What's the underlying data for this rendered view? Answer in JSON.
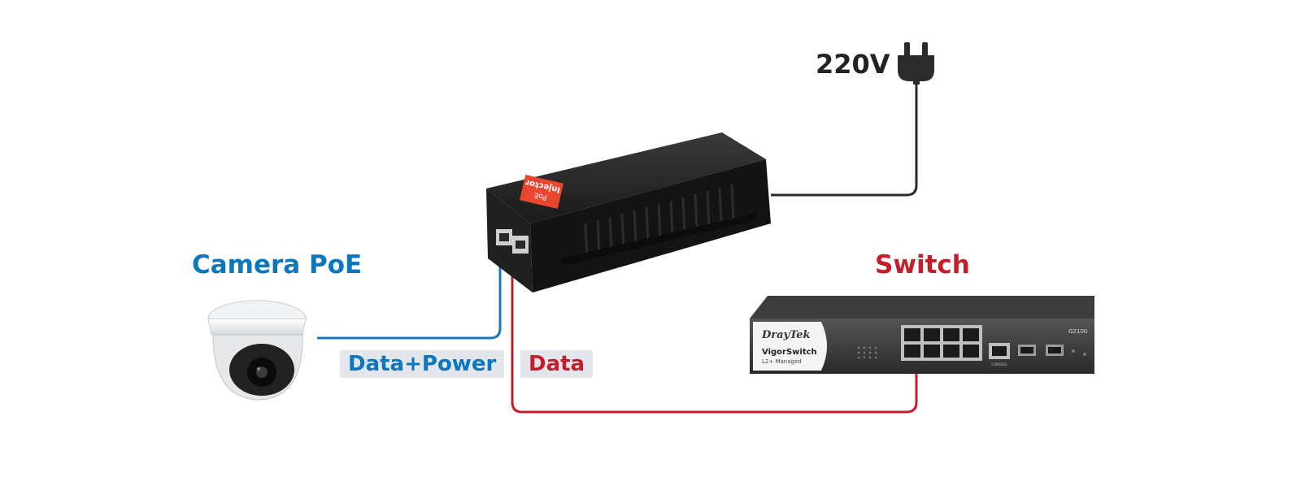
{
  "labels": {
    "camera_title": "Camera PoE",
    "switch_title": "Switch",
    "voltage": "220V",
    "data_power_tag": "Data+Power",
    "data_tag": "Data"
  },
  "injector": {
    "sticker_line1": "PoE",
    "sticker_line2": "Injector"
  },
  "switch_device": {
    "brand": "DrayTek",
    "model": "G2100",
    "product": "VigorSwitch",
    "subtitle": "L2+ Managed",
    "console_label": "CONSOLE"
  },
  "colors": {
    "data_power_line": "#1677c8",
    "data_line": "#c41e2a",
    "power_line": "#2b2b2b",
    "camera_title": "#0d77bd",
    "switch_title": "#c41e2a",
    "tag_background": "#e3e6ea"
  },
  "icons": {
    "plug": "power-plug-icon"
  }
}
